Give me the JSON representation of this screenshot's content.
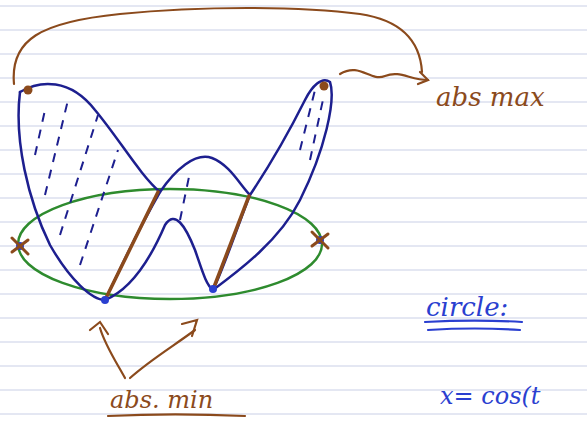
{
  "diagram": {
    "labels": [
      "abs max",
      "abs. min",
      "circle:",
      "x= cos(t"
    ]
  }
}
